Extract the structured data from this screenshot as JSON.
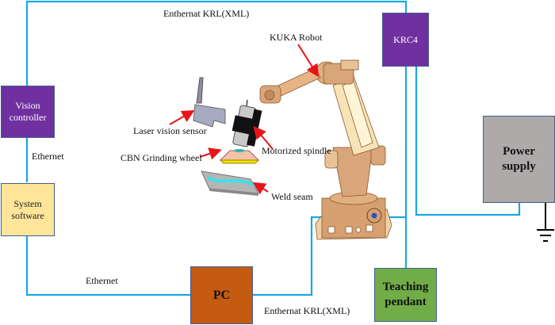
{
  "diagram": {
    "colors": {
      "wire": "#1aa7e6",
      "arrow": "#e8141b",
      "vision_controller": "#7030a0",
      "krc4": "#7030a0",
      "system_software": "#ffe599",
      "pc": "#c55a11",
      "teaching_pendant": "#70ad47",
      "power_supply": "#aeaaaa",
      "robot": "#d9a57a",
      "ground": "#000000"
    },
    "boxes": {
      "vision_controller": "Vision controller",
      "system_software": "System software",
      "pc": "PC",
      "krc4": "KRC4",
      "teaching_pendant": "Teaching pendant",
      "power_supply": "Power supply"
    },
    "connection_labels": {
      "top": "Enthernat KRL(XML)",
      "left": "Ethernet",
      "bottom_left": "Ethernet",
      "bottom_right": "Enthernat KRL(XML)"
    },
    "component_labels": {
      "kuka_robot": "KUKA Robot",
      "laser_vision_sensor": "Laser vision sensor",
      "motorized_spindle": "Motorized spindle",
      "cbn_grinding_wheel": "CBN Grinding wheel",
      "weld_seam": "Weld  seam"
    }
  }
}
